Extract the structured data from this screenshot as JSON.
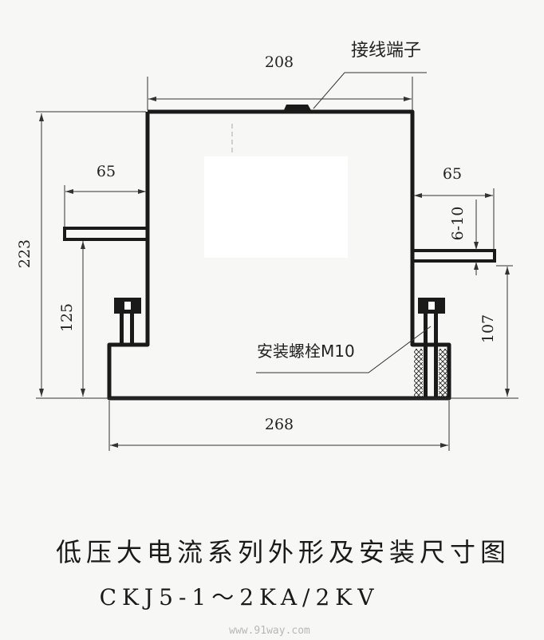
{
  "labels": {
    "terminal": "接线端子",
    "mounting_bolt": "安装螺栓M10"
  },
  "dimensions": {
    "top_width": "208",
    "total_height": "223",
    "left_busbar_length": "65",
    "right_busbar_length": "65",
    "left_busbar_height": "125",
    "right_busbar_height": "107",
    "busbar_thickness": "6-10",
    "base_width": "268"
  },
  "title": "低压大电流系列外形及安装尺寸图",
  "model": "CKJ5-1～2KA/2KV",
  "watermark": "www.91way.com"
}
